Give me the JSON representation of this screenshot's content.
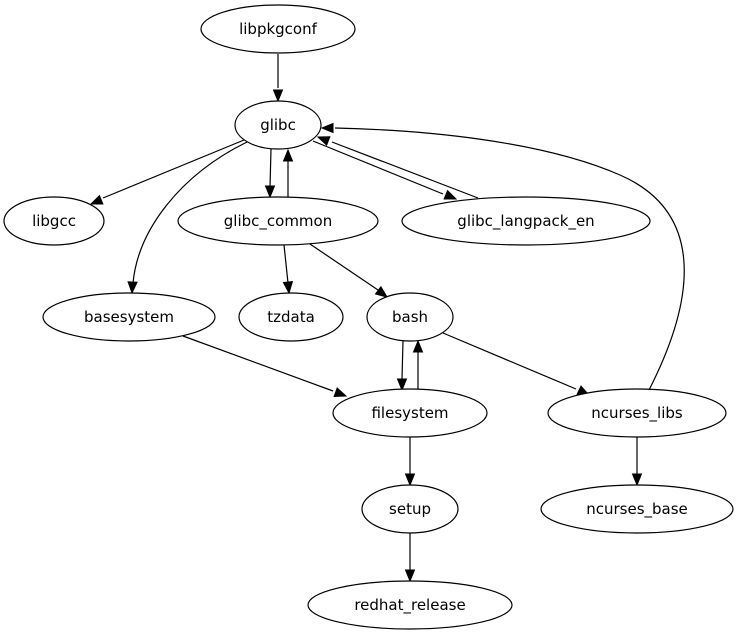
{
  "graph": {
    "type": "directed",
    "nodes": [
      {
        "id": "libpkgconf",
        "label": "libpkgconf"
      },
      {
        "id": "glibc",
        "label": "glibc"
      },
      {
        "id": "libgcc",
        "label": "libgcc"
      },
      {
        "id": "glibc_common",
        "label": "glibc_common"
      },
      {
        "id": "glibc_langpack_en",
        "label": "glibc_langpack_en"
      },
      {
        "id": "basesystem",
        "label": "basesystem"
      },
      {
        "id": "tzdata",
        "label": "tzdata"
      },
      {
        "id": "bash",
        "label": "bash"
      },
      {
        "id": "filesystem",
        "label": "filesystem"
      },
      {
        "id": "ncurses_libs",
        "label": "ncurses_libs"
      },
      {
        "id": "setup",
        "label": "setup"
      },
      {
        "id": "ncurses_base",
        "label": "ncurses_base"
      },
      {
        "id": "redhat_release",
        "label": "redhat_release"
      }
    ],
    "edges": [
      {
        "from": "libpkgconf",
        "to": "glibc"
      },
      {
        "from": "glibc",
        "to": "libgcc"
      },
      {
        "from": "glibc",
        "to": "basesystem"
      },
      {
        "from": "glibc",
        "to": "glibc_common"
      },
      {
        "from": "glibc_common",
        "to": "glibc"
      },
      {
        "from": "glibc",
        "to": "glibc_langpack_en"
      },
      {
        "from": "glibc_langpack_en",
        "to": "glibc"
      },
      {
        "from": "ncurses_libs",
        "to": "glibc"
      },
      {
        "from": "glibc_common",
        "to": "tzdata"
      },
      {
        "from": "glibc_common",
        "to": "bash"
      },
      {
        "from": "basesystem",
        "to": "filesystem"
      },
      {
        "from": "bash",
        "to": "filesystem"
      },
      {
        "from": "filesystem",
        "to": "bash"
      },
      {
        "from": "bash",
        "to": "ncurses_libs"
      },
      {
        "from": "filesystem",
        "to": "setup"
      },
      {
        "from": "ncurses_libs",
        "to": "ncurses_base"
      },
      {
        "from": "setup",
        "to": "redhat_release"
      }
    ]
  }
}
